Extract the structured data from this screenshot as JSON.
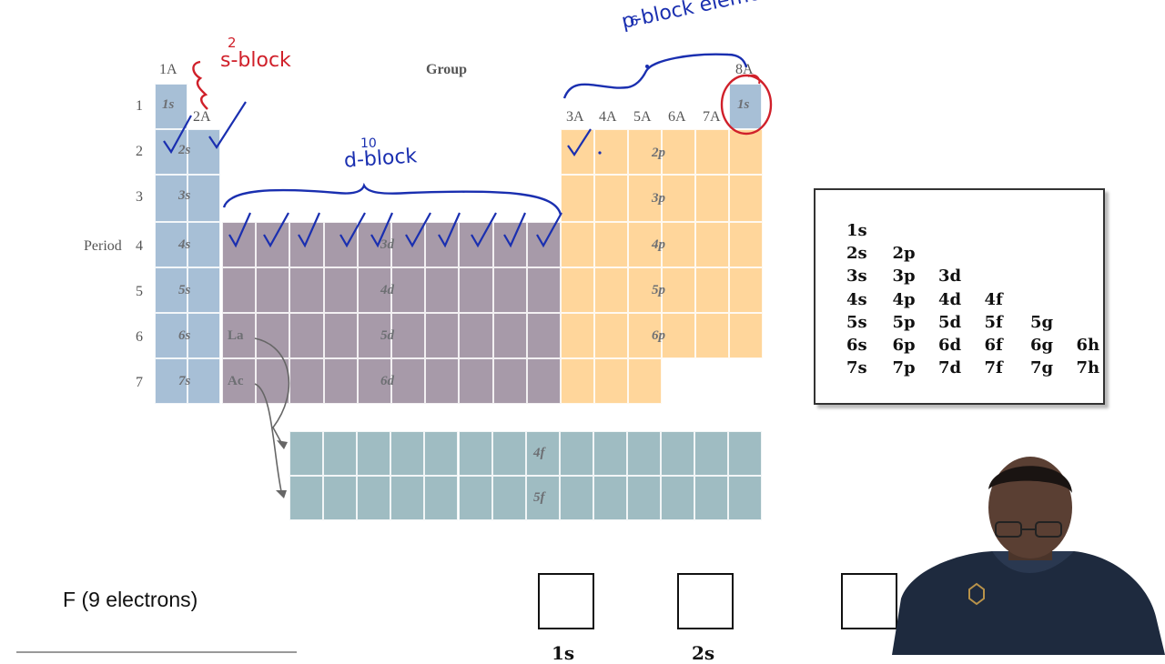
{
  "table": {
    "group_label": "Group",
    "period_label": "Period",
    "group_1a": "1A",
    "group_2a": "2A",
    "group_8a": "8A",
    "p_groups": [
      "3A",
      "4A",
      "5A",
      "6A",
      "7A"
    ],
    "periods": [
      "1",
      "2",
      "3",
      "4",
      "5",
      "6",
      "7"
    ],
    "s_labels": [
      "1s",
      "2s",
      "3s",
      "4s",
      "5s",
      "6s",
      "7s"
    ],
    "he_label": "1s",
    "p_labels": [
      "2p",
      "3p",
      "4p",
      "5p",
      "6p"
    ],
    "d_labels": [
      "3d",
      "4d",
      "5d",
      "6d"
    ],
    "f_labels": [
      "4f",
      "5f"
    ],
    "la": "La",
    "ac": "Ac"
  },
  "annotations": {
    "s_block": "s-block",
    "s_count": "2",
    "d_block": "d-block",
    "d_count": "10",
    "p_block": "p-block element",
    "p_count": "6"
  },
  "orbital_order": {
    "rows": [
      [
        "1s"
      ],
      [
        "2s",
        "2p"
      ],
      [
        "3s",
        "3p",
        "3d"
      ],
      [
        "4s",
        "4p",
        "4d",
        "4f"
      ],
      [
        "5s",
        "5p",
        "5d",
        "5f",
        "5g"
      ],
      [
        "6s",
        "6p",
        "6d",
        "6f",
        "6g",
        "6h"
      ],
      [
        "7s",
        "7p",
        "7d",
        "7f",
        "7g",
        "7h"
      ]
    ]
  },
  "problem": {
    "element": "F (9 electrons)",
    "orbital_labels": [
      "1s",
      "2s"
    ]
  },
  "colors": {
    "s_block": "#a7bfd6",
    "d_block": "#a79aa9",
    "p_block": "#ffd69b",
    "f_block": "#9fbcc2",
    "annotation_blue": "#1a2fb0",
    "annotation_red": "#d0202a"
  }
}
